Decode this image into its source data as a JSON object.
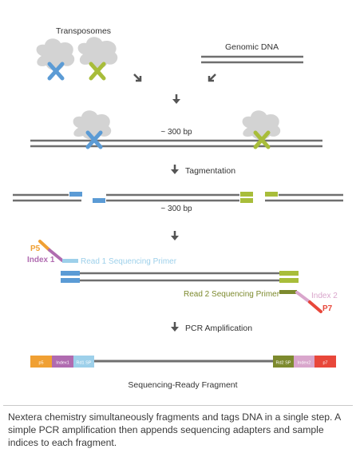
{
  "labels": {
    "transposomes": "Transposomes",
    "genomic_dna": "Genomic DNA",
    "bp_top": "~ 300 bp",
    "tagmentation": "Tagmentation",
    "bp_mid": "~ 300 bp",
    "p5": "P5",
    "index1": "Index 1",
    "read1_primer": "Read 1 Sequencing Primer",
    "read2_primer": "Read 2 Sequencing Primer",
    "index2": "Index 2",
    "p7": "P7",
    "pcr": "PCR Amplification",
    "fragment": "Sequencing-Ready Fragment"
  },
  "fragment_blocks": {
    "p5": "p5",
    "index1": "Index1",
    "rd1sp": "Rd1 SP",
    "rd2sp": "Rd2 SP",
    "index2": "Index2",
    "p7": "p7"
  },
  "caption": "Nextera chemistry simultaneously fragments and tags DNA in a single step. A simple PCR amplification then appends sequencing adapters and sample indices to each fragment.",
  "colors": {
    "dna": "#6f6f6f",
    "cloud": "#d3d3d3",
    "blue": "#5b9bd5",
    "green": "#a8bd3a",
    "orange": "#f0a033",
    "purple": "#b06bb0",
    "light_blue": "#9dd0ea",
    "olive": "#7d8a2e",
    "pink": "#d9a6cc",
    "red": "#e8473a"
  },
  "icons": [
    "arrow-down-icon",
    "arrow-diagonal-icon"
  ]
}
